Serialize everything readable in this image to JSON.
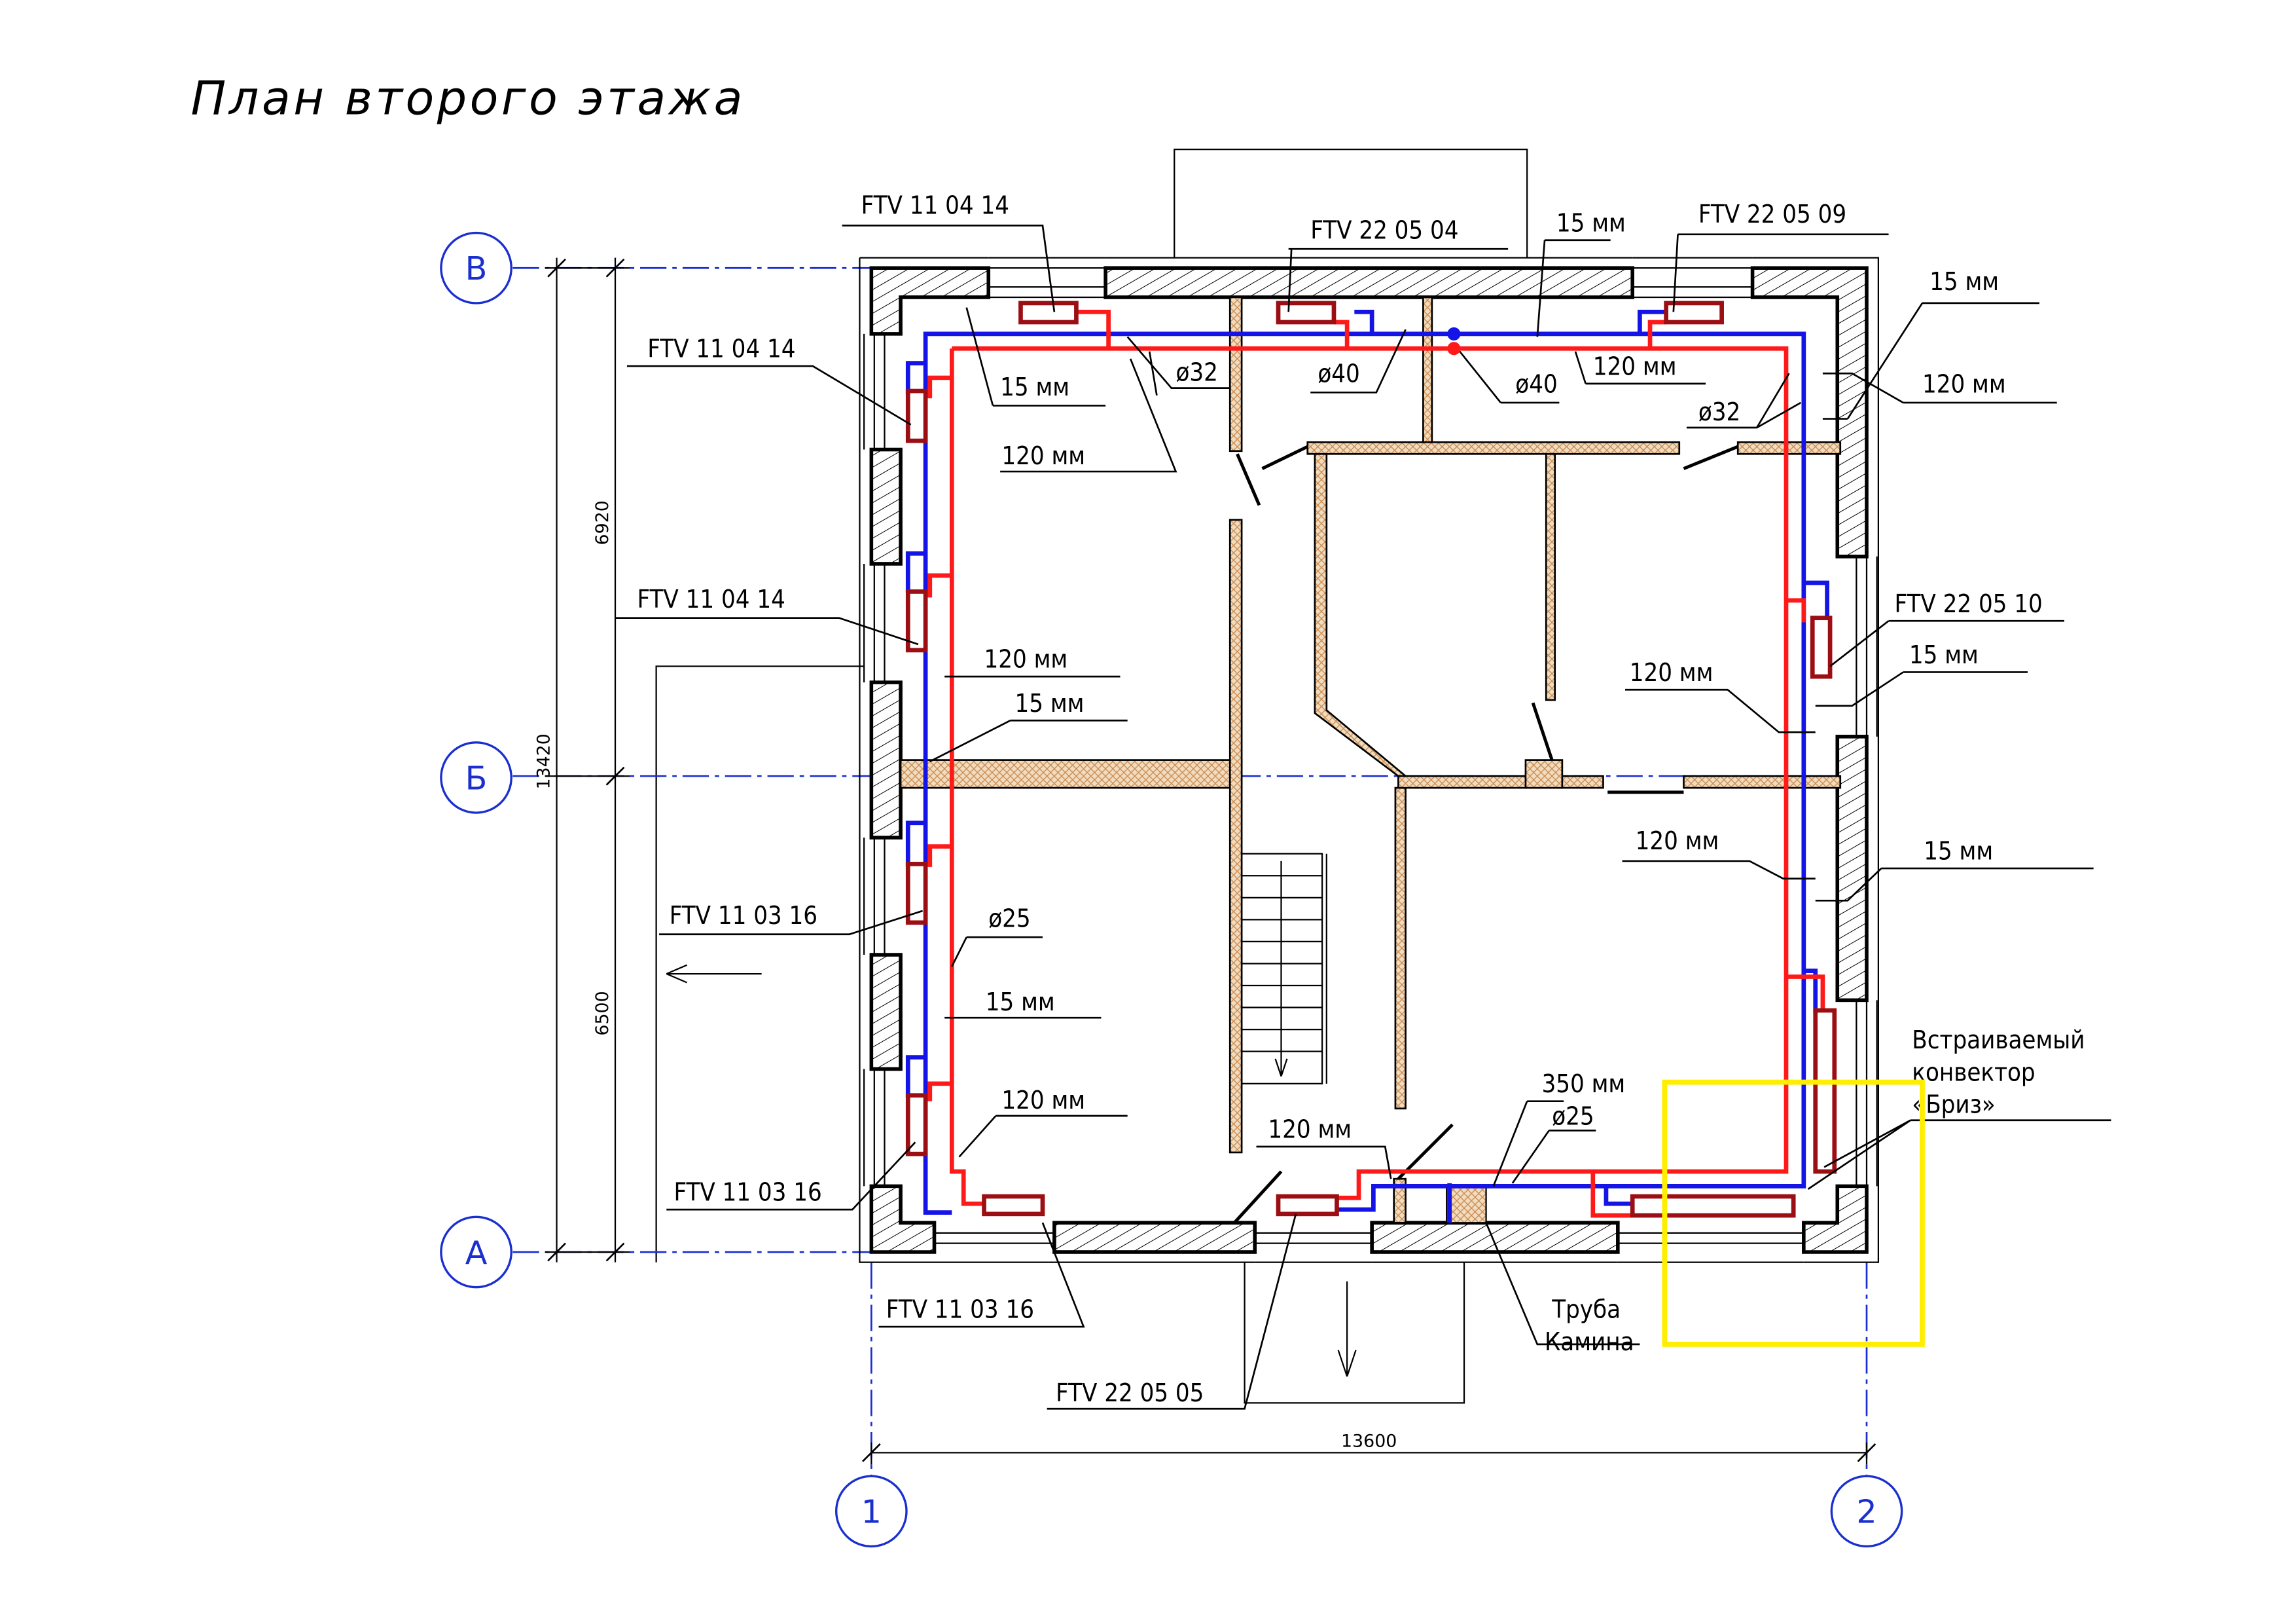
{
  "title": "План второго этажа",
  "axes": {
    "rows": [
      "В",
      "Б",
      "А"
    ],
    "cols": [
      "1",
      "2"
    ]
  },
  "dimensions": {
    "total_height": "13420",
    "upper": "6920",
    "lower": "6500",
    "total_width": "13600"
  },
  "labels": [
    "FTV 11 04 14",
    "FTV 22 05 04",
    "15 мм",
    "FTV 22 05 09",
    "15 мм",
    "FTV 11 04 14",
    "15 мм",
    "ø32",
    "ø40",
    "ø40",
    "120 мм",
    "120 мм",
    "ø32",
    "120 мм",
    "FTV 11 04 14",
    "FTV 22 05 10",
    "120 мм",
    "15 мм",
    "120 мм",
    "15 мм",
    "120 мм",
    "15 мм",
    "FTV 11 03 16",
    "ø25",
    "15 мм",
    "120 мм",
    "350 мм",
    "ø25",
    "120 мм",
    "FTV 11 03 16",
    "FTV 11 03 16",
    "FTV 22 05 05"
  ],
  "convector": {
    "line1": "Встраиваемый",
    "line2": "конвектор",
    "line3": "«Бриз»"
  },
  "chimney": {
    "line1": "Труба",
    "line2": "Камина"
  },
  "colors": {
    "supply": "#ff1a1a",
    "return": "#1414e6",
    "radiator": "#9b0f14",
    "highlight": "#ffee00",
    "axis": "#1a2fd0"
  }
}
